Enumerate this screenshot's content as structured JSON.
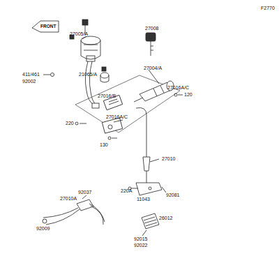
{
  "diagram": {
    "labels": [
      "F2770",
      "FRONT",
      "27005/A",
      "27008",
      "27004/A",
      "21065/A",
      "411/461",
      "92002",
      "27016A/C",
      "120",
      "27016/B",
      "220",
      "27016A/C",
      "130",
      "27010",
      "220A",
      "11043",
      "92081",
      "92037",
      "27010A",
      "92009",
      "26012",
      "92015",
      "92022"
    ]
  }
}
